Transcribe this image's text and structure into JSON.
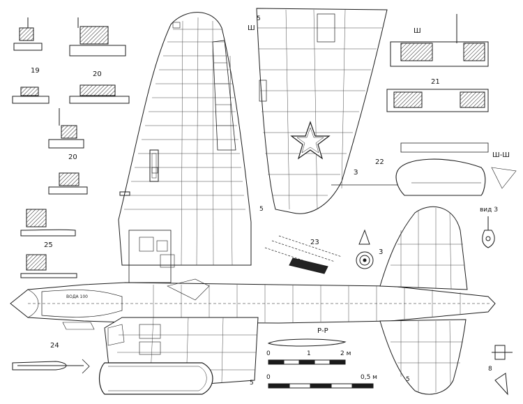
{
  "labels": {
    "v19": "19",
    "v20a": "20",
    "v20b": "20",
    "v21": "21",
    "v22": "22",
    "v23": "23",
    "v24": "24",
    "v25": "25",
    "sec_sh_left": "Ш",
    "sec_sh_right": "Ш",
    "sec_shsh": "Ш-Ш",
    "arrow_z": "З",
    "z3": "3",
    "vid_z": "вид З",
    "v5_top": "5",
    "v5_mid": "5",
    "v5_bot": "5",
    "v5_right": "5",
    "v8": "8",
    "rr": "Р-Р",
    "scale1_0": "0",
    "scale1_1": "1",
    "scale1_2": "2 м",
    "scale2_0": "0",
    "scale2_end": "0,5 м",
    "tank_text": "ВОДА 100"
  },
  "colors": {
    "ink": "#1a1a1a",
    "paper": "#ffffff"
  }
}
